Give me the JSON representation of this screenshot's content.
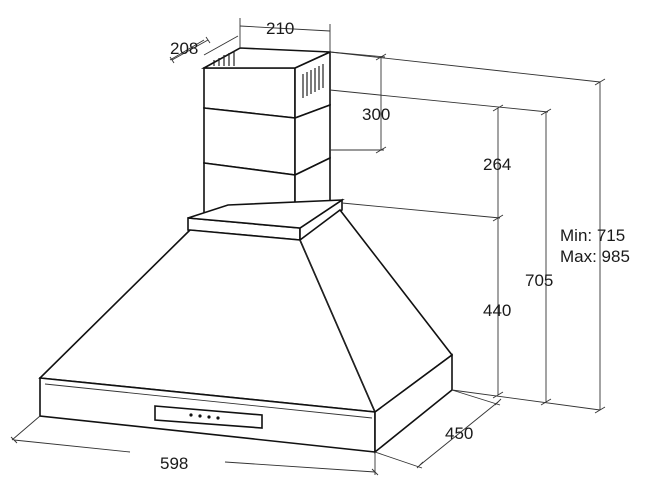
{
  "dimensions": {
    "chimney_depth": "208",
    "chimney_width": "210",
    "upper_chimney_height": "300",
    "lower_chimney_height": "264",
    "canopy_height": "440",
    "hood_height": "705",
    "total_height_min": "Min: 715",
    "total_height_max": "Max: 985",
    "hood_depth": "450",
    "hood_width": "598"
  }
}
